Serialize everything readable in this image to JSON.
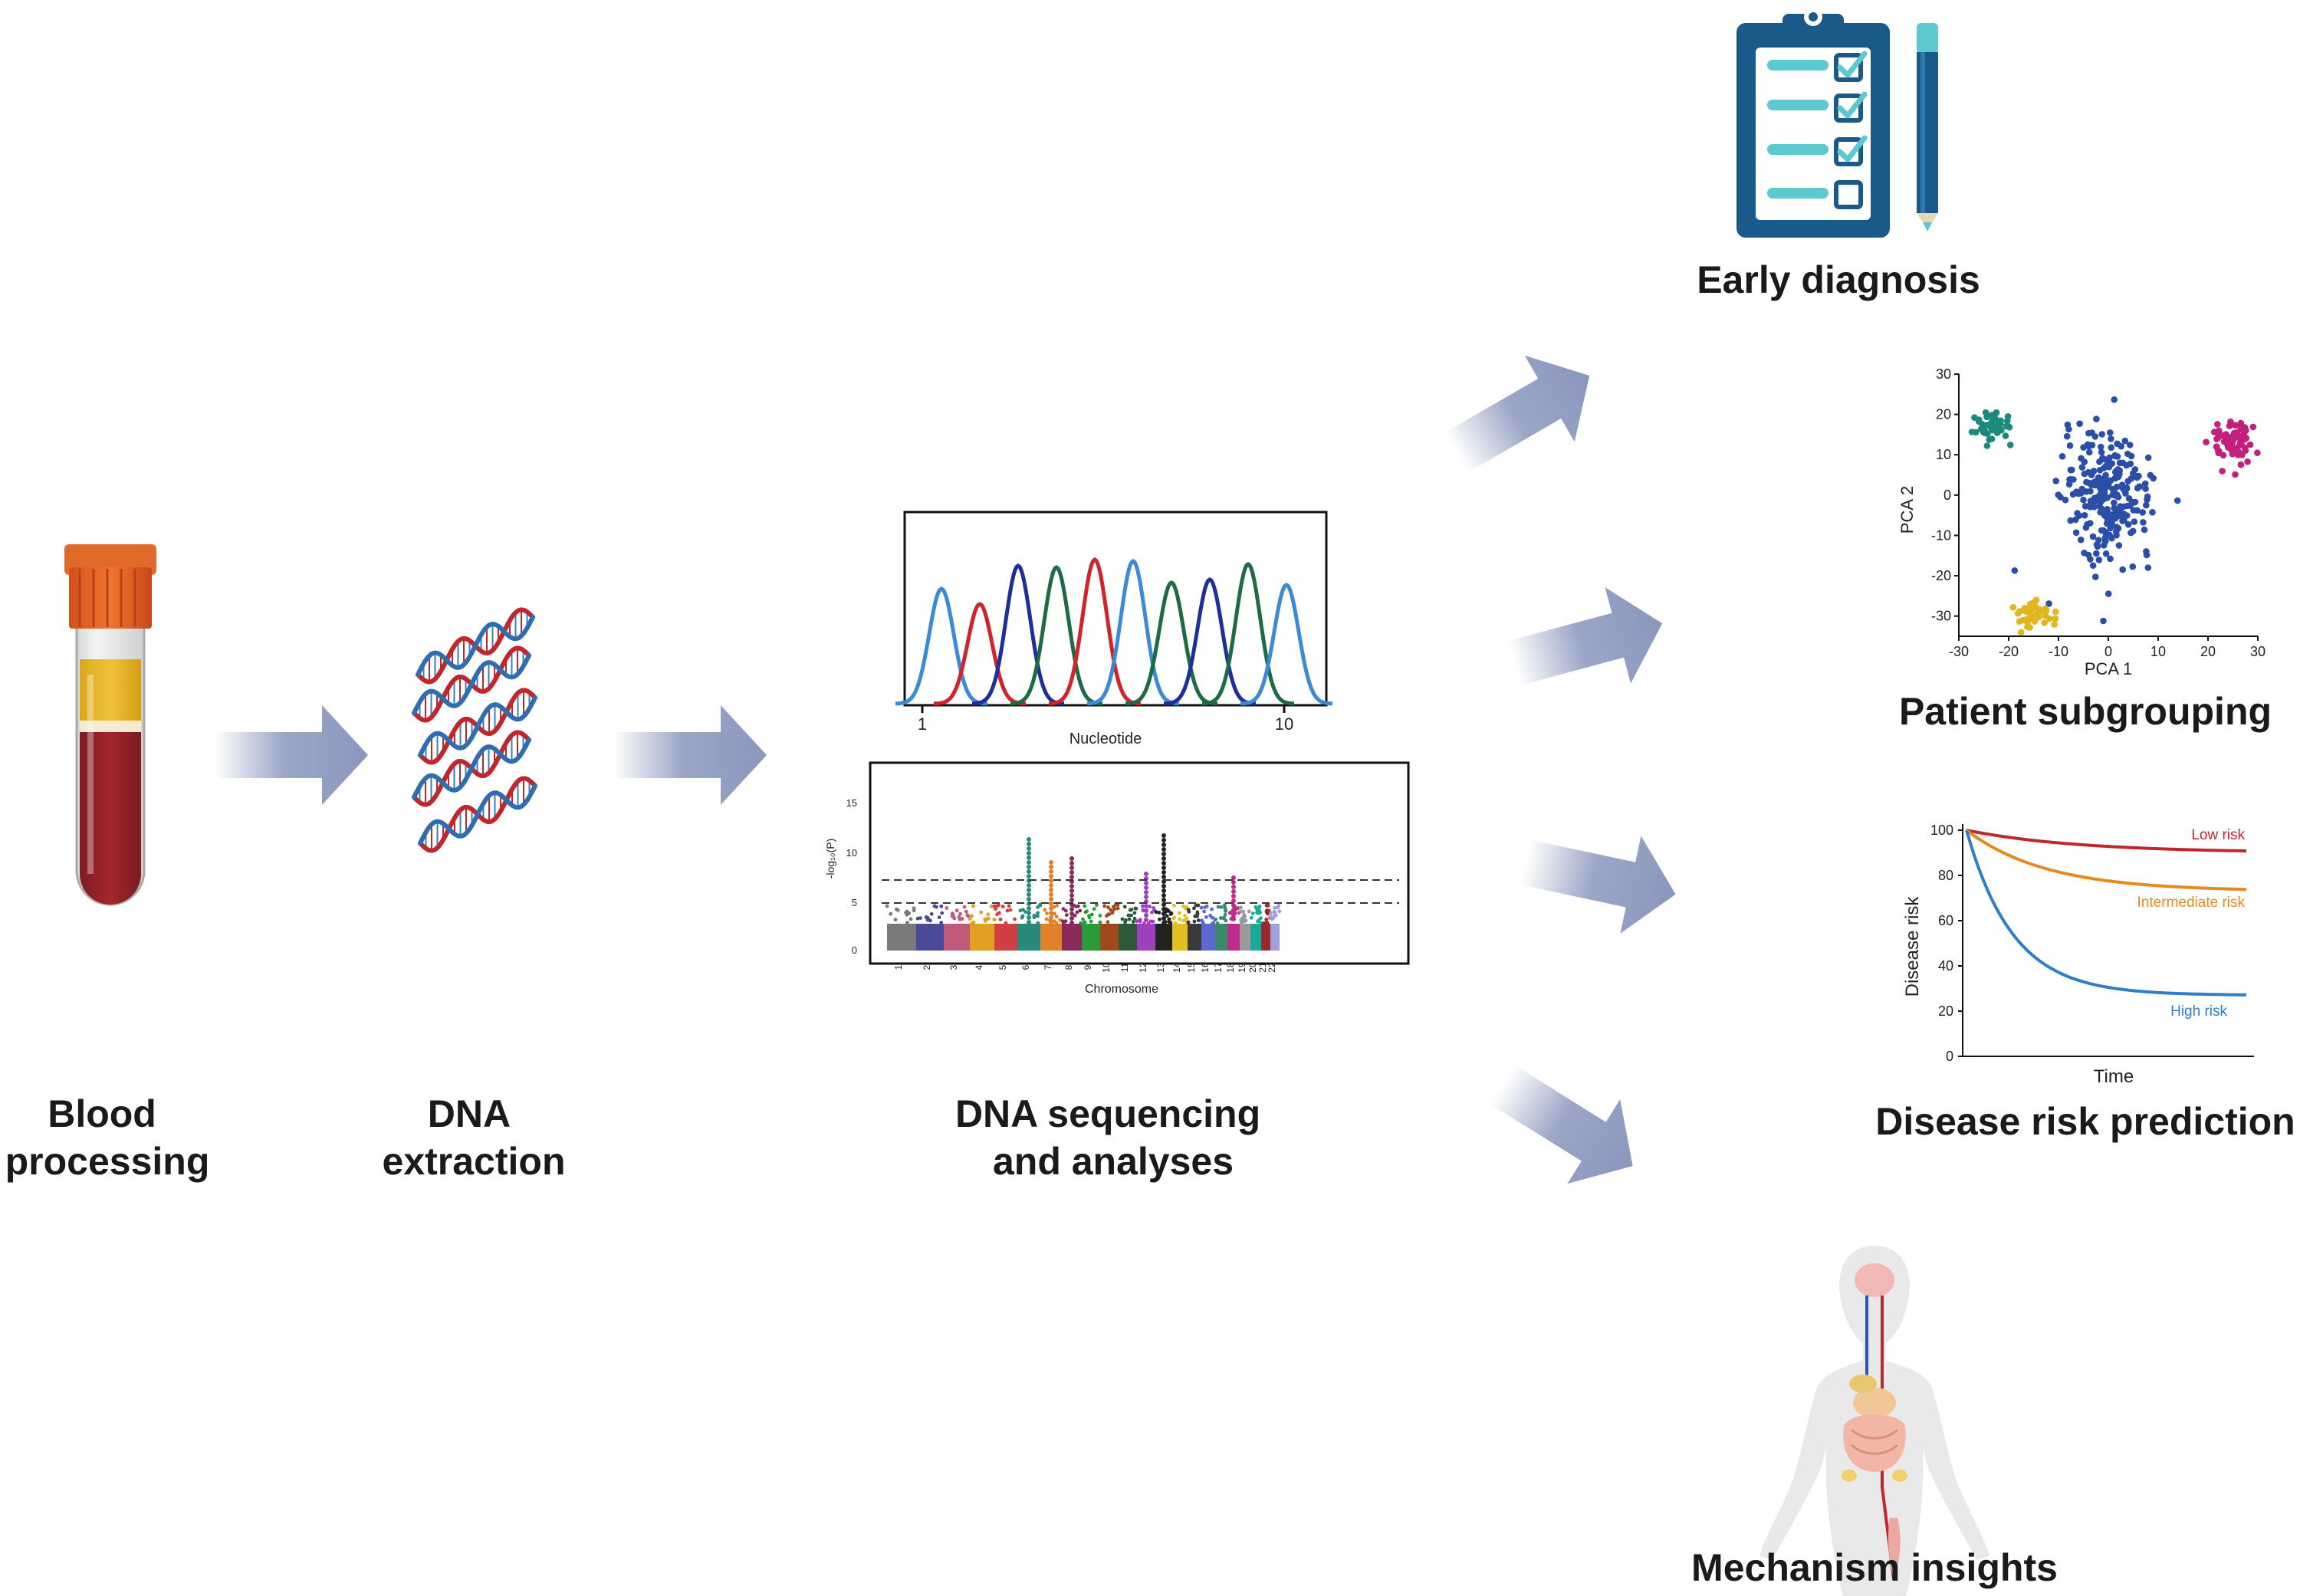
{
  "colors": {
    "arrow": "#8a97bd",
    "teal": "#1b8a7a",
    "blue": "#2b4fa8",
    "magenta": "#c21f7f",
    "yellow": "#e0b520",
    "red": "#c0272d",
    "orange": "#e48a1e",
    "lightblue": "#2f7fc8",
    "clipboard": "#1a5a8a",
    "clipboard_accent": "#5cc8cf"
  },
  "steps": {
    "blood": {
      "line1": "Blood",
      "line2": "processing"
    },
    "dna": {
      "line1": "DNA",
      "line2": "extraction"
    },
    "seq": {
      "line1": "DNA sequencing",
      "line2": "and analyses"
    }
  },
  "outcomes": {
    "early": "Early diagnosis",
    "subgroup": "Patient subgrouping",
    "risk": "Disease risk prediction",
    "mechanism": "Mechanism insights"
  },
  "chromatogram": {
    "xlabel": "Nucleotide",
    "tick_start": "1",
    "tick_end": "10"
  },
  "manhattan": {
    "xlabel": "Chromosome",
    "ylabel": "-log₁₀(P)",
    "yticks": [
      "0",
      "5",
      "10",
      "15"
    ],
    "chromosomes": [
      "1",
      "2",
      "3",
      "4",
      "5",
      "6",
      "7",
      "8",
      "9",
      "10",
      "11",
      "12",
      "13",
      "14",
      "15",
      "16",
      "17",
      "18",
      "19",
      "20",
      "21",
      "22"
    ]
  },
  "chart_data": [
    {
      "type": "scatter",
      "xlabel": "PCA 1",
      "ylabel": "PCA 2",
      "xlim": [
        -30,
        30
      ],
      "ylim": [
        -35,
        30
      ],
      "xticks": [
        "-30",
        "-20",
        "-10",
        "0",
        "10",
        "20",
        "30"
      ],
      "yticks": [
        "30",
        "20",
        "10",
        "0",
        "-10",
        "-20",
        "-30"
      ],
      "clusters": [
        {
          "color": "teal",
          "center": [
            -23,
            17
          ],
          "spread": [
            3.5,
            3.5
          ],
          "n": 45
        },
        {
          "color": "blue",
          "center": [
            0,
            0
          ],
          "spread": [
            8,
            14
          ],
          "n": 260
        },
        {
          "color": "magenta",
          "center": [
            25,
            13
          ],
          "spread": [
            4,
            6
          ],
          "n": 70
        },
        {
          "color": "yellow",
          "center": [
            -15,
            -29
          ],
          "spread": [
            3.5,
            3.5
          ],
          "n": 45
        }
      ]
    },
    {
      "type": "line",
      "xlabel": "Time",
      "ylabel": "Disease risk",
      "ylim": [
        0,
        100
      ],
      "yticks": [
        "100",
        "80",
        "60",
        "40",
        "20",
        "0"
      ],
      "series": [
        {
          "name": "Low risk",
          "color": "red",
          "start": 100,
          "end": 90,
          "rate": 2.5
        },
        {
          "name": "Intermediate risk",
          "color": "orange",
          "start": 100,
          "end": 73,
          "rate": 3.5
        },
        {
          "name": "High risk",
          "color": "lightblue",
          "start": 100,
          "end": 27,
          "rate": 6
        }
      ]
    }
  ]
}
